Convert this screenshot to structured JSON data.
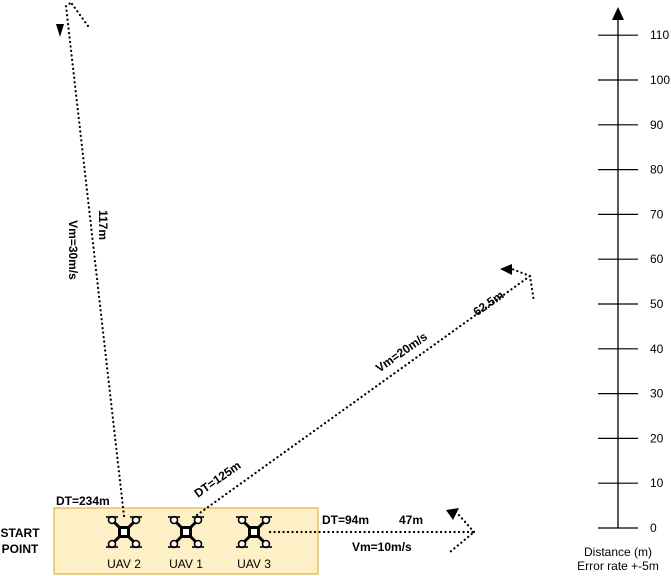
{
  "start_label_line1": "START",
  "start_label_line2": "POINT",
  "start_box_color": "#FDEFC6",
  "start_box_border": "#E0B24A",
  "uavs": [
    {
      "label": "UAV 2",
      "icon": "quadcopter-icon"
    },
    {
      "label": "UAV 1",
      "icon": "quadcopter-icon"
    },
    {
      "label": "UAV 3",
      "icon": "quadcopter-icon"
    }
  ],
  "paths": {
    "uav2": {
      "dt": "DT=234m",
      "distance": "117m",
      "speed": "Vm=30m/s"
    },
    "uav1": {
      "dt": "DT=125m",
      "distance": "62.5m",
      "speed": "Vm=20m/s"
    },
    "uav3": {
      "dt": "DT=94m",
      "distance": "47m",
      "speed": "Vm=10m/s"
    }
  },
  "scale": {
    "ticks": [
      "0",
      "10",
      "20",
      "30",
      "40",
      "50",
      "60",
      "70",
      "80",
      "90",
      "100",
      "110"
    ],
    "caption_line1": "Distance (m)",
    "caption_line2": "Error rate +-5m"
  }
}
